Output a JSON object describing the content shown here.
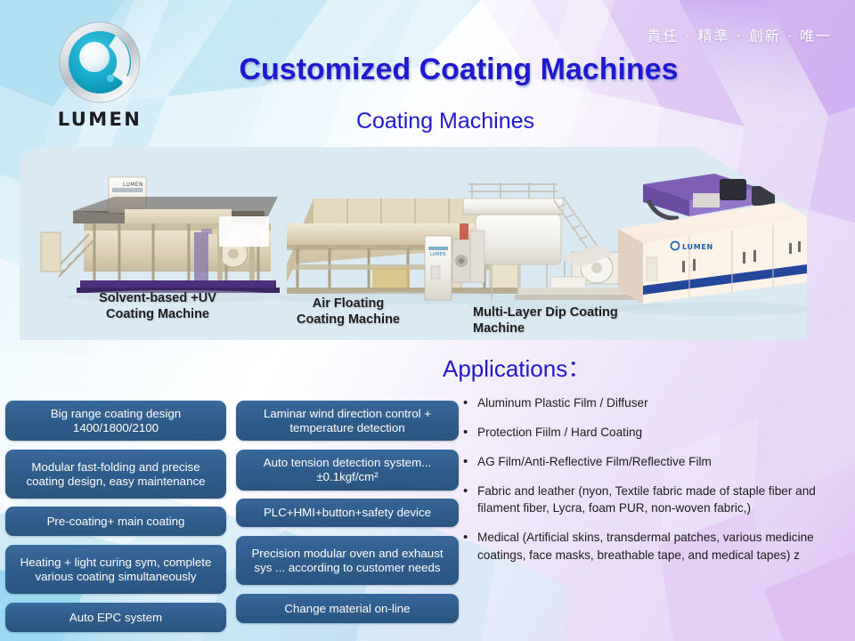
{
  "brand": {
    "logo_icon": "lumen-circle-logo-icon",
    "wordmark": "LUMEN",
    "accent_cyan": "#17aac8",
    "accent_blue": "#2119cf",
    "box_blue": "#2e5c8a"
  },
  "header": {
    "motto": "責任 · 精準 · 創新 · 唯一",
    "title": "Customized Coating Machines",
    "subtitle": "Coating Machines"
  },
  "photo_panel": {
    "panel_bg": "#dbe9f2",
    "machines": [
      {
        "caption": "Solvent-based +UV\nCoating Machine",
        "line1": "Solvent-based +UV",
        "line2": "Coating Machine"
      },
      {
        "caption": "Air Floating\nCoating Machine",
        "line1": "Air Floating",
        "line2": "Coating Machine"
      },
      {
        "caption": "Multi-Layer Dip Coating\nMachine",
        "line1": "Multi-Layer Dip Coating",
        "line2": "Machine"
      }
    ]
  },
  "applications": {
    "heading": "Applications：",
    "items": [
      "Aluminum Plastic Film / Diffuser",
      "Protection Fiilm / Hard Coating",
      "AG Film/Anti-Reflective Film/Reflective Film",
      "Fabric and leather (nyon, Textile fabric made of staple fiber and filament fiber, Lycra, foam PUR, non-woven fabric,)",
      "Medical (Artificial skins, transdermal patches, various medicine coatings, face masks, breathable tape, and medical tapes) z"
    ],
    "bullet_glyph": "•"
  },
  "features": {
    "column_1": [
      "Big range coating design 1400/1800/2100",
      "Modular fast-folding and precise coating design, easy maintenance",
      "Pre-coating+ main coating",
      "Heating + light curing sym, complete various coating simultaneously",
      "Auto EPC system"
    ],
    "column_2": [
      "Laminar wind direction control + temperature detection",
      "Auto tension detection system...±0.1kgf/cm²",
      "PLC+HMI+button+safety  device",
      "Precision modular oven and exhaust sys ... according to customer needs",
      "Change material on-line"
    ]
  }
}
